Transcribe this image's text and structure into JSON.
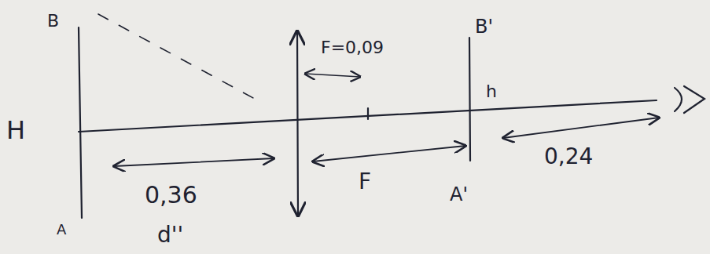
{
  "diagram": {
    "labels": [
      "B",
      "A",
      "H",
      "F=0,09",
      "B'",
      "A'",
      "h",
      "0,24",
      "0,36",
      "d''",
      "F"
    ]
  }
}
